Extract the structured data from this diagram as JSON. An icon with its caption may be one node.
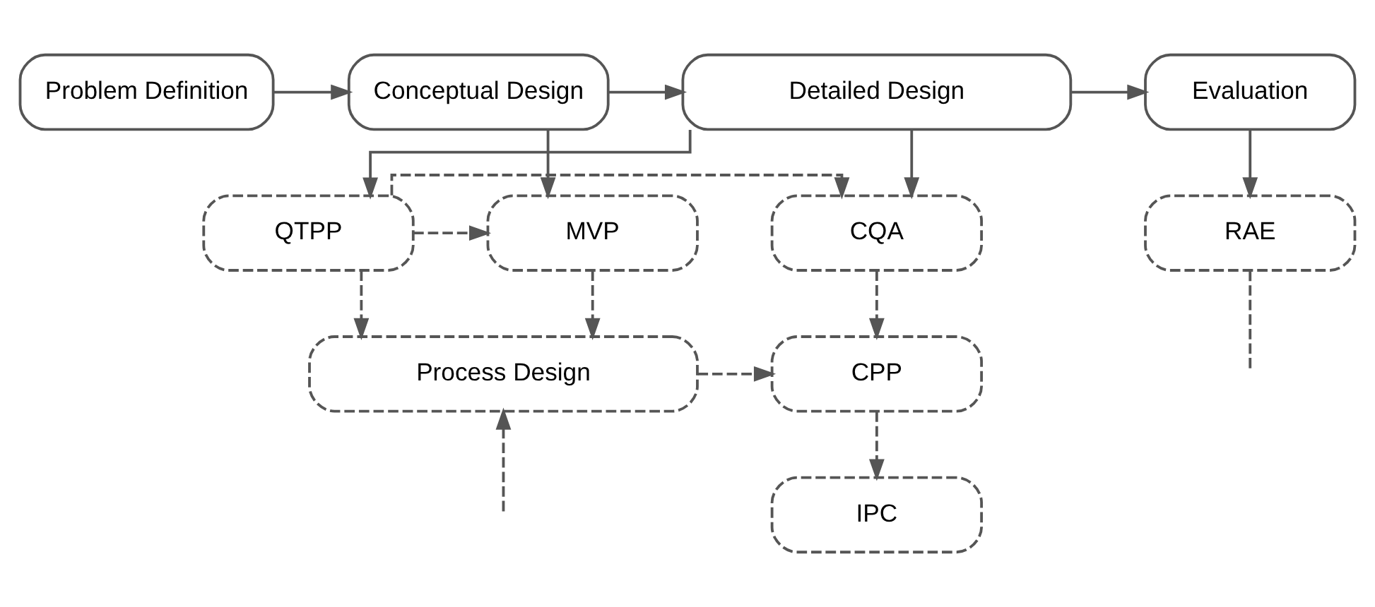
{
  "diagram": {
    "nodes": [
      {
        "text": [
          "Problem Definition"
        ]
      },
      {
        "text": [
          "Conceptual Design"
        ]
      },
      {
        "text": [
          "Detailed Design"
        ]
      },
      {
        "text": [
          "Evaluation"
        ]
      },
      {
        "text": [
          "MVP"
        ]
      },
      {
        "text": [
          "QTPP"
        ]
      },
      {
        "text": [
          "CQA"
        ]
      },
      {
        "text": [
          "RAE"
        ]
      },
      {
        "text": [
          "Process Design"
        ]
      },
      {
        "text": [
          "CPP"
        ]
      },
      {
        "text": [
          "IPC"
        ]
      }
    ],
    "edges": [
      {
        "from": 0,
        "to": 1,
        "arrow": "to"
      },
      {
        "from": 1,
        "to": 2,
        "arrow": "to"
      },
      {
        "from": 2,
        "to": 3,
        "arrow": "to"
      },
      {
        "from": 1,
        "to": 4,
        "arrow": "to"
      },
      {
        "from": 2,
        "to": 5,
        "arrow": "to"
      },
      {
        "from": 2,
        "to": 6,
        "arrow": "to"
      },
      {
        "from": 3,
        "to": 7,
        "arrow": "to"
      },
      {
        "from": 5,
        "to": 4,
        "arrow": "to",
        "style": "dashed"
      },
      {
        "from": 5,
        "to": 6,
        "arrow": "to",
        "style": "dashed"
      },
      {
        "from": 4,
        "to": 8,
        "arrow": "to",
        "style": "dashed"
      },
      {
        "from": 5,
        "to": 8,
        "arrow": "to",
        "style": "dashed"
      },
      {
        "from": 6,
        "to": 9,
        "arrow": "to",
        "style": "dashed"
      },
      {
        "from": 8,
        "to": 9,
        "arrow": "to",
        "style": "dashed"
      },
      {
        "from": 9,
        "to": 10,
        "arrow": "to",
        "style": "dashed"
      },
      {
        "from": null,
        "to": 8,
        "arrow": "to",
        "style": "dashed"
      },
      {
        "from": 7,
        "to": null,
        "arrow": "none",
        "style": "dashed"
      }
    ]
  }
}
